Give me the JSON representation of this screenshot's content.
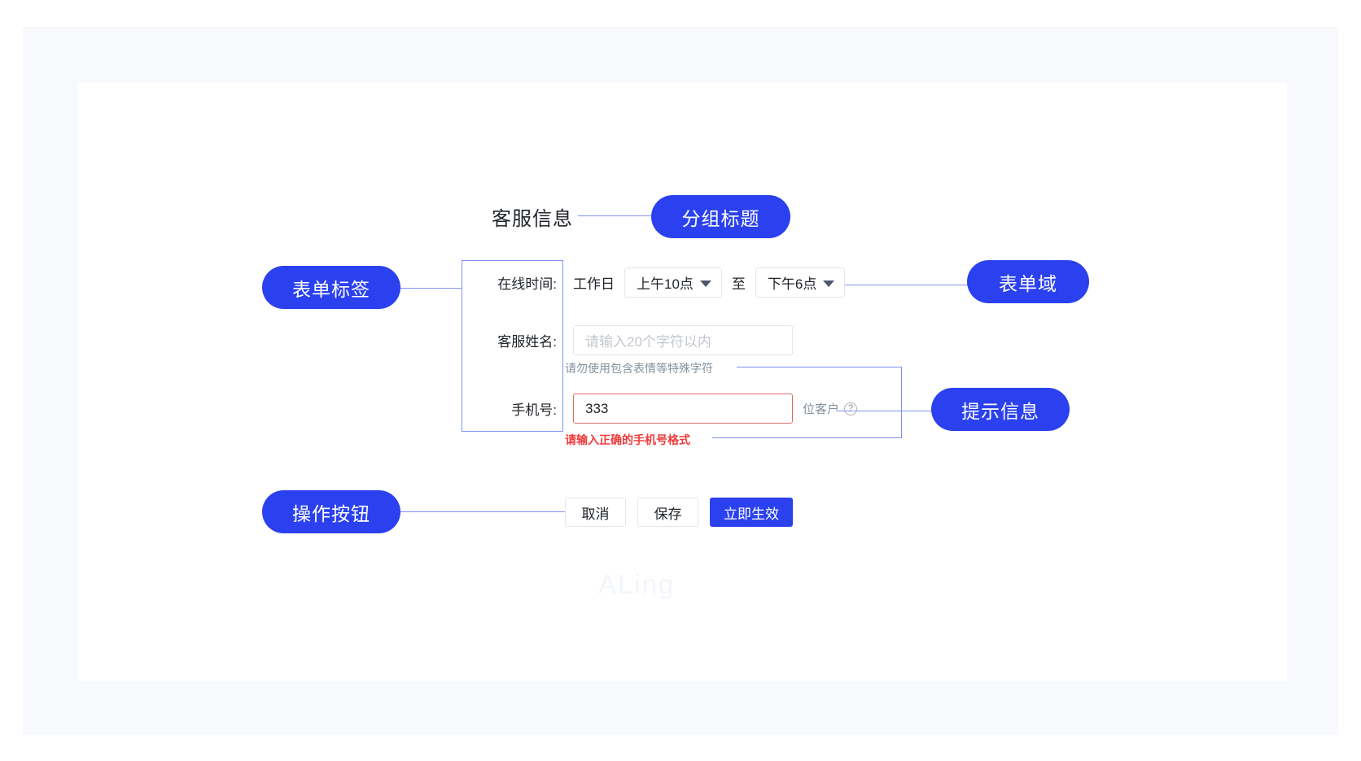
{
  "group": {
    "title": "客服信息"
  },
  "form": {
    "rows": [
      {
        "label": "在线时间:",
        "weekday_text": "工作日",
        "start_time": "上午10点",
        "separator": "至",
        "end_time": "下午6点"
      },
      {
        "label": "客服姓名:",
        "placeholder": "请输入20个字符以内",
        "help": "请勿使用包含表情等特殊字符"
      },
      {
        "label": "手机号:",
        "value": "333",
        "suffix": "位客户",
        "help_icon": "question-circle-icon",
        "error": "请输入正确的手机号格式"
      }
    ]
  },
  "buttons": {
    "cancel": "取消",
    "save": "保存",
    "apply": "立即生效"
  },
  "annotations": {
    "group_title": "分组标题",
    "form_label": "表单标签",
    "form_field": "表单域",
    "tip_info": "提示信息",
    "action_buttons": "操作按钮"
  },
  "watermark": "ALing",
  "colors": {
    "accent": "#2b41ef",
    "connector": "#7f90f2",
    "error": "#ef3b3b",
    "error_border": "#e06a64",
    "canvas": "#f7f9fc"
  }
}
